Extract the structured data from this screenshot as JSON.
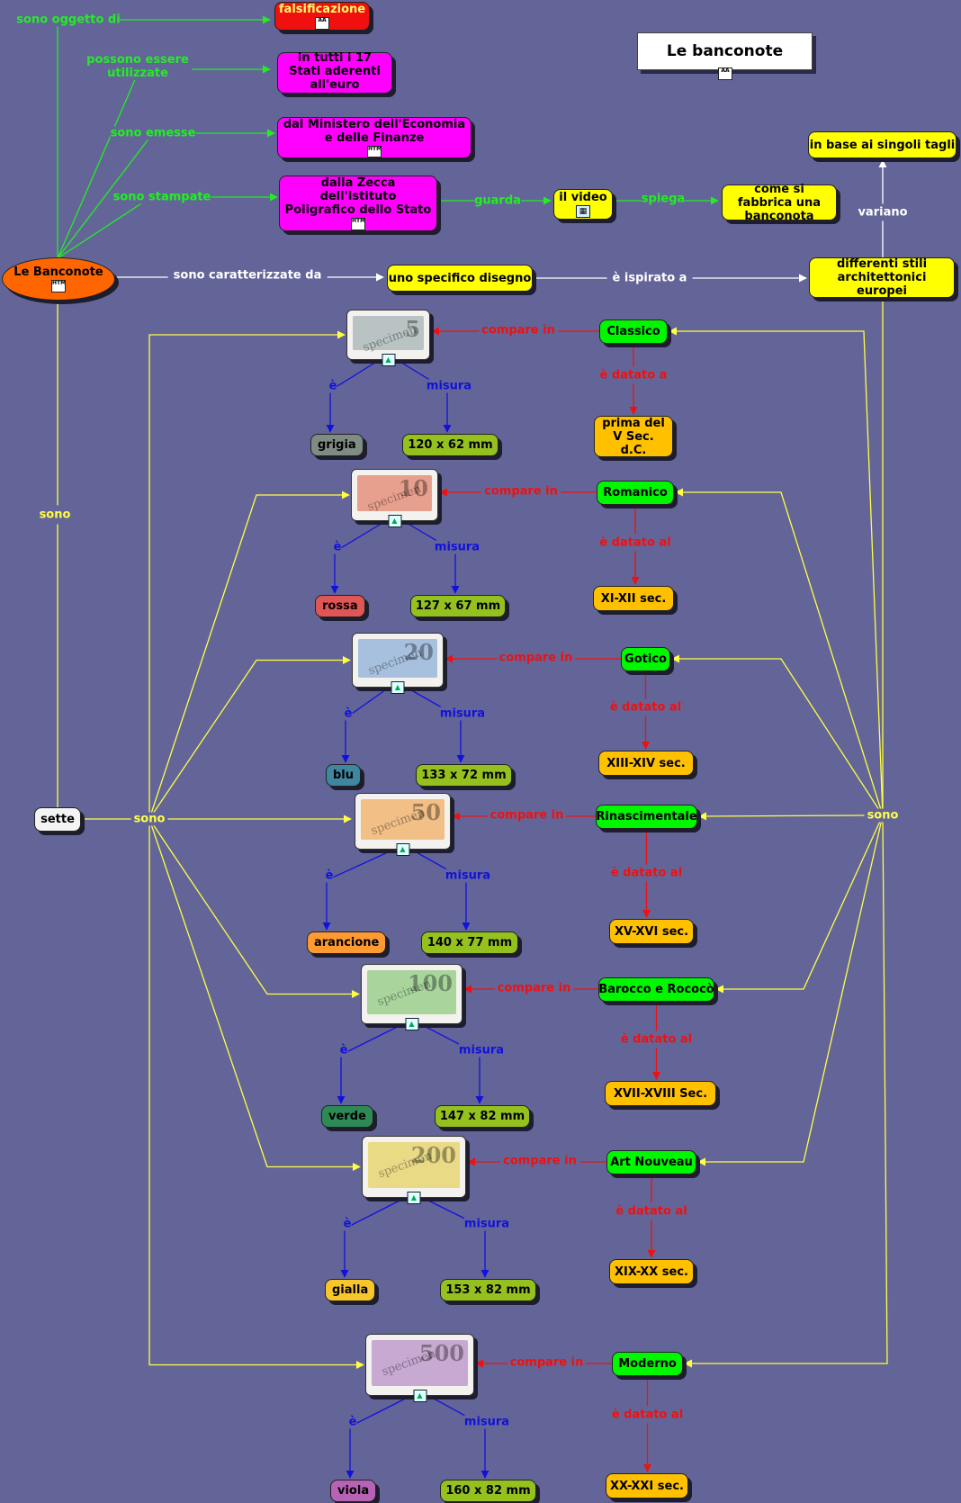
{
  "title": "Le banconote",
  "main": "Le Banconote",
  "top": {
    "falsificazione": {
      "label_link": "sono oggetto di",
      "text": "falsificazione"
    },
    "stati": {
      "label_link": "possono essere utilizzate",
      "text": "in tutti i 17 Stati aderenti all'euro"
    },
    "ministero": {
      "label_link": "sono emesse",
      "text": "dal Ministero dell'Economia e delle Finanze"
    },
    "zecca": {
      "label_link": "sono stampate",
      "text": "dalla Zecca dell'Istituto Poligrafico dello Stato"
    },
    "video": {
      "label_link": "guarda",
      "text": "il video"
    },
    "fabbrica": {
      "label_link": "spiega",
      "text": "come si fabbrica una banconota"
    },
    "disegno": {
      "label_link": "sono caratterizzate da",
      "text": "uno specifico disegno"
    },
    "stili": {
      "label_link": "è ispirato a",
      "text": "differenti stili architettonici europei"
    },
    "tagli": {
      "label_link": "variano",
      "text": "in base ai singoli tagli"
    }
  },
  "links": {
    "sono_main": "sono",
    "sette": "sette",
    "sono_left": "sono",
    "sono_right": "sono",
    "compare": "compare in",
    "e": "è",
    "misura": "misura"
  },
  "icons": {
    "html": "HTML",
    "sound": "AA",
    "film": "film-icon",
    "pic": "image-icon"
  },
  "notes": [
    {
      "value": "5",
      "colour": "grigia",
      "size": "120 x 62 mm",
      "style": "Classico",
      "dated_label": "è datato a",
      "period": "prima del V Sec. d.C.",
      "bill_color": "#b9c3c3"
    },
    {
      "value": "10",
      "colour": "rossa",
      "size": "127 x 67 mm",
      "style": "Romanico",
      "dated_label": "è datato al",
      "period": "XI-XII sec.",
      "bill_color": "#e8a08e"
    },
    {
      "value": "20",
      "colour": "blu",
      "size": "133 x 72 mm",
      "style": "Gotico",
      "dated_label": "è datato al",
      "period": "XIII-XIV sec.",
      "bill_color": "#a7c0de"
    },
    {
      "value": "50",
      "colour": "arancione",
      "size": "140 x 77 mm",
      "style": "Rinascimentale",
      "dated_label": "è datato al",
      "period": "XV-XVI sec.",
      "bill_color": "#f2bf86"
    },
    {
      "value": "100",
      "colour": "verde",
      "size": "147 x 82 mm",
      "style": "Barocco e Rococò",
      "dated_label": "è datato al",
      "period": "XVII-XVIII Sec.",
      "bill_color": "#a9d59d"
    },
    {
      "value": "200",
      "colour": "gialla",
      "size": "153 x 82 mm",
      "style": "Art Nouveau",
      "dated_label": "è datato al",
      "period": "XIX-XX sec.",
      "bill_color": "#e9da86"
    },
    {
      "value": "500",
      "colour": "viola",
      "size": "160 x 82 mm",
      "style": "Moderno",
      "dated_label": "è datato al",
      "period": "XX-XXI sec.",
      "bill_color": "#c8a9d1"
    }
  ],
  "colour_fills": [
    "#7f8c83",
    "#e05555",
    "#3f86a0",
    "#ff9a33",
    "#2e8a55",
    "#f7c62a",
    "#b663b5"
  ],
  "colors": {
    "background": "#636598",
    "green_link": "#22ee22",
    "red_link": "#ee1111",
    "blue_link": "#1111dd",
    "yellow_link": "#ffff44",
    "white_link": "#ffffff"
  }
}
